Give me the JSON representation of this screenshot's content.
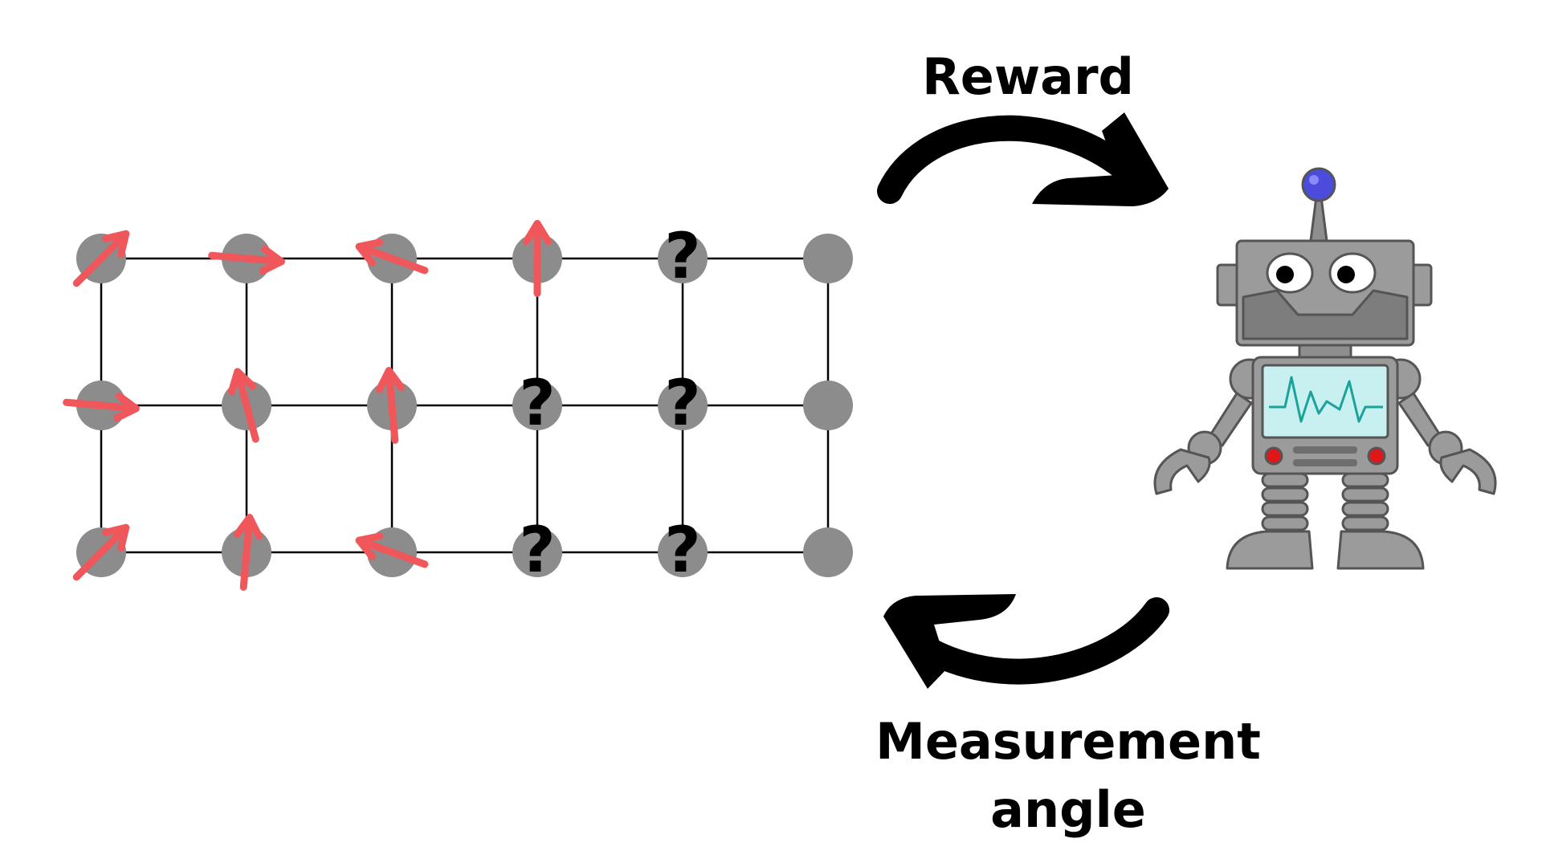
{
  "labels": {
    "reward": "Reward",
    "measurement_line1": "Measurement",
    "measurement_line2": "angle"
  },
  "lattice": {
    "rows": 3,
    "cols": 6,
    "node_color": "#8c8c8c",
    "edge_color": "#000000",
    "arrow_color": "#f0575b",
    "unknown_glyph": "?",
    "sites": [
      {
        "row": 0,
        "col": 0,
        "state": "spin",
        "angle_deg": 45
      },
      {
        "row": 0,
        "col": 1,
        "state": "spin",
        "angle_deg": -5
      },
      {
        "row": 0,
        "col": 2,
        "state": "spin",
        "angle_deg": 160
      },
      {
        "row": 0,
        "col": 3,
        "state": "spin",
        "angle_deg": 90
      },
      {
        "row": 0,
        "col": 4,
        "state": "unknown"
      },
      {
        "row": 0,
        "col": 5,
        "state": "empty"
      },
      {
        "row": 1,
        "col": 0,
        "state": "spin",
        "angle_deg": -5
      },
      {
        "row": 1,
        "col": 1,
        "state": "spin",
        "angle_deg": 105
      },
      {
        "row": 1,
        "col": 2,
        "state": "spin",
        "angle_deg": 95
      },
      {
        "row": 1,
        "col": 3,
        "state": "unknown"
      },
      {
        "row": 1,
        "col": 4,
        "state": "unknown"
      },
      {
        "row": 1,
        "col": 5,
        "state": "empty"
      },
      {
        "row": 2,
        "col": 0,
        "state": "spin",
        "angle_deg": 45
      },
      {
        "row": 2,
        "col": 1,
        "state": "spin",
        "angle_deg": 85
      },
      {
        "row": 2,
        "col": 2,
        "state": "spin",
        "angle_deg": 160
      },
      {
        "row": 2,
        "col": 3,
        "state": "unknown"
      },
      {
        "row": 2,
        "col": 4,
        "state": "unknown"
      },
      {
        "row": 2,
        "col": 5,
        "state": "empty"
      }
    ]
  },
  "icons": {
    "top_arrow": "curved-arrow-right-icon",
    "bottom_arrow": "curved-arrow-left-icon",
    "agent": "robot-icon"
  },
  "colors": {
    "robot_body": "#9b9b9b",
    "robot_dark": "#6e6e6e",
    "robot_screen": "#c8f0f0",
    "robot_wave": "#1aa39a",
    "robot_antenna_ball": "#4b4bdc",
    "robot_light": "#e0161b"
  }
}
